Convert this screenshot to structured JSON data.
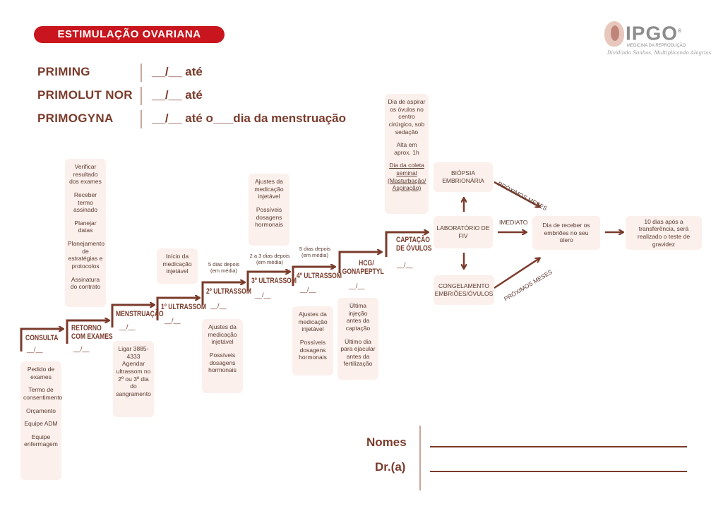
{
  "header": {
    "title": "ESTIMULAÇÃO OVARIANA",
    "logo_name": "IPGO",
    "logo_reg": "®",
    "logo_subtitle": "MEDICINA DA REPRODUÇÃO",
    "logo_tagline": "Dividindo Sonhos, Multiplicando Alegrias"
  },
  "medications": [
    {
      "label": "PRIMING",
      "value": "__/__ até"
    },
    {
      "label": "PRIMOLUT NOR",
      "value": "__/__ até"
    },
    {
      "label": "PRIMOGYNA",
      "value": "__/__ até o___dia da menstruação"
    }
  ],
  "date_blank": "__/__",
  "steps": {
    "consulta": "CONSULTA",
    "retorno_1": "RETORNO",
    "retorno_2": "COM EXAMES",
    "menstruacao": "MENSTRUAÇÃO",
    "us1": "1º ULTRASSOM",
    "us2": "2º ULTRASSOM",
    "us3": "3º ULTRASSOM",
    "us4": "4º ULTRASSOM",
    "hcg_1": "HCG/",
    "hcg_2": "GONAPEPTYL",
    "captacao_1": "CAPTAÇÃO",
    "captacao_2": "DE ÓVULOS"
  },
  "intervals": {
    "us2_1": "5 dias depois",
    "us2_2": "(em média)",
    "us3_1": "2 a 3 dias depois",
    "us3_2": "(em média)",
    "us4_1": "5 dias depois",
    "us4_2": "(em média)"
  },
  "boxes": {
    "consulta": [
      "Pedido de exames",
      "Termo de consentimento",
      "Orçamento",
      "Equipe ADM",
      "Equipe enfermagem"
    ],
    "retorno": [
      "Verificar resultado dos exames",
      "Receber termo assinado",
      "Planejar datas",
      "Planejamento de estratégias e protocolos",
      "Assinatura do contrato"
    ],
    "menstruacao": [
      "Ligar 3885-4333 Agendar ultrassom no 2º ou 3º dia do sangramento"
    ],
    "us1": [
      "Início da medicação injetável"
    ],
    "us2": [
      "Ajustes da medicação injetável",
      "Possíveis dosagens hormonais"
    ],
    "us3": [
      "Ajustes da medicação injetável",
      "Possíveis dosagens hormonais"
    ],
    "us4": [
      "Ajustes da medicação injetável",
      "Possíveis dosagens hormonais"
    ],
    "hcg": [
      "Última injeção antes da captação",
      "Último dia para ejacular antes da fertilização"
    ],
    "captacao": [
      "Dia de aspirar os óvulos no centro cirúrgico, sob sedação",
      "Alta em aprox. 1h",
      "Dia da coleta seminal (Masturbação/ Aspiração)"
    ]
  },
  "lab": {
    "biopsia": "BIÓPSIA EMBRIONÁRIA",
    "laboratorio": "LABORATÓRIO DE FIV",
    "congelamento": "CONGELAMENTO EMBRIÕES/ÓVULOS",
    "imediato": "IMEDIATO",
    "proximos_top": "PRÓXIMOS MESES",
    "proximos_bottom": "PRÓXIMOS MESES",
    "receber": "Dia de receber os embriões no seu útero",
    "teste": "10 dias após a transferência, será realizado o teste de gravidez"
  },
  "footer": {
    "nomes": "Nomes",
    "dr": "Dr.(a)"
  }
}
